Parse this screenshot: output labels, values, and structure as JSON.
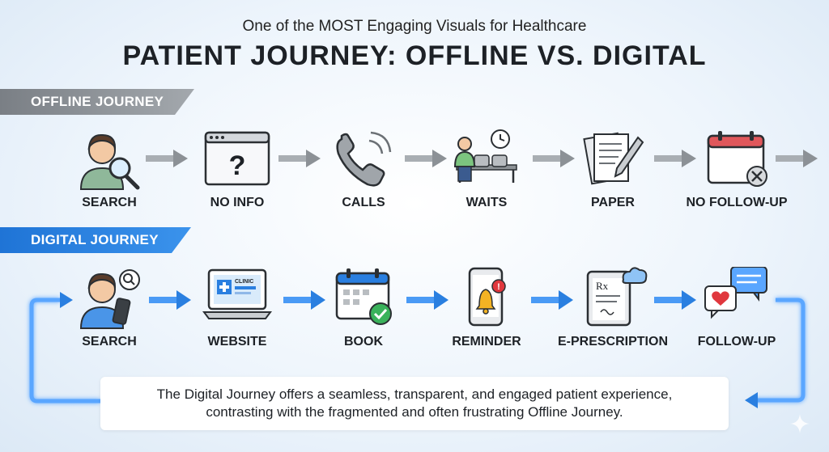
{
  "header": {
    "subtitle": "One of the MOST Engaging Visuals for Healthcare",
    "title": "PATIENT JOURNEY: OFFLINE VS. DIGITAL"
  },
  "offline": {
    "banner": "OFFLINE JOURNEY",
    "steps": [
      {
        "label": "SEARCH",
        "icon": "person-magnifier-icon"
      },
      {
        "label": "NO INFO",
        "icon": "question-window-icon"
      },
      {
        "label": "CALLS",
        "icon": "phone-icon"
      },
      {
        "label": "WAITS",
        "icon": "waiting-room-icon"
      },
      {
        "label": "PAPER",
        "icon": "paper-forms-icon"
      },
      {
        "label": "NO FOLLOW-UP",
        "icon": "calendar-x-icon"
      }
    ]
  },
  "digital": {
    "banner": "DIGITAL JOURNEY",
    "steps": [
      {
        "label": "SEARCH",
        "icon": "person-phone-icon"
      },
      {
        "label": "WEBSITE",
        "icon": "clinic-laptop-icon",
        "icon_text": "CLINIC"
      },
      {
        "label": "BOOK",
        "icon": "calendar-check-icon"
      },
      {
        "label": "REMINDER",
        "icon": "phone-bell-icon"
      },
      {
        "label": "E-PRESCRIPTION",
        "icon": "e-prescription-icon",
        "icon_text": "Rx"
      },
      {
        "label": "FOLLOW-UP",
        "icon": "chat-heart-icon"
      }
    ]
  },
  "note": {
    "line1": "The Digital Journey offers a seamless, transparent, and engaged patient experience,",
    "line2": "contrasting with the fragmented and often frustrating Offline Journey."
  },
  "colors": {
    "offline_accent": "#8c9196",
    "digital_accent": "#2a7fe0",
    "glow": "#7fc0ff"
  }
}
